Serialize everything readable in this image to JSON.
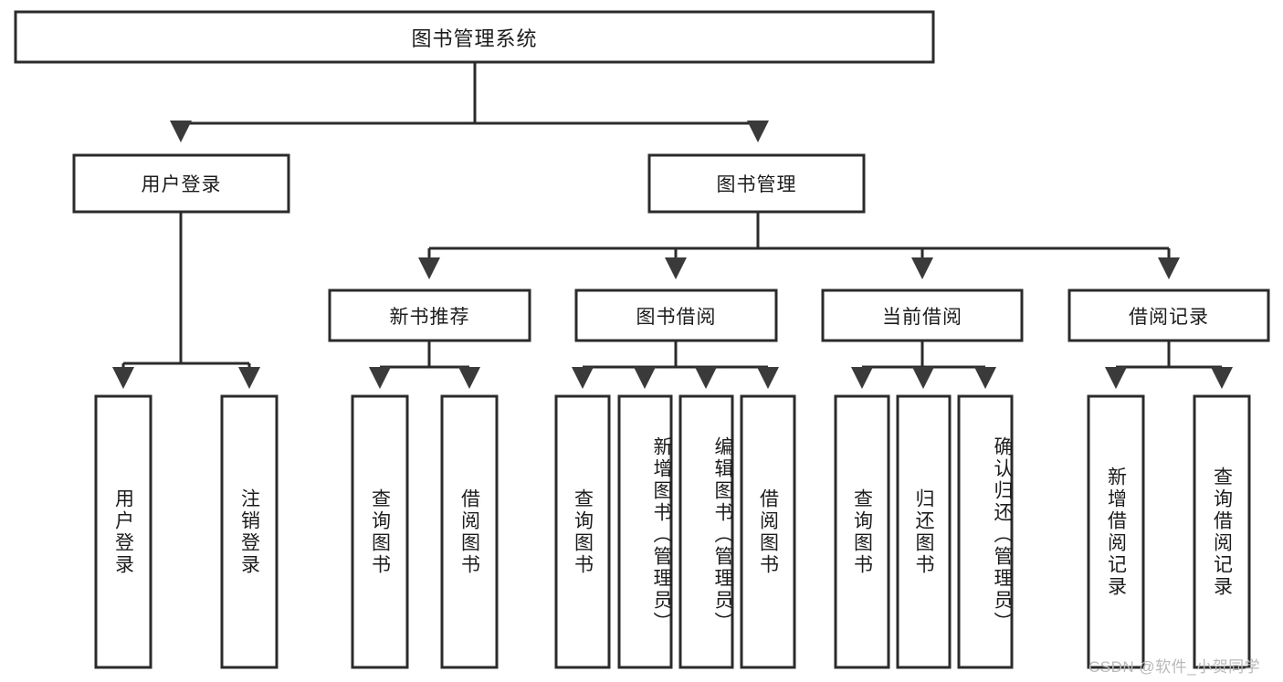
{
  "diagram": {
    "title": "图书管理系统",
    "type": "tree",
    "watermark": "CSDN @软件_小贺同学",
    "colors": {
      "box_stroke": "#2b2b2b",
      "box_fill": "#ffffff",
      "text": "#1c1c1c",
      "watermark": "#b9b9b9",
      "background": "#ffffff"
    },
    "nodes": {
      "root": {
        "label": "图书管理系统"
      },
      "level2": [
        {
          "label": "用户登录"
        },
        {
          "label": "图书管理"
        }
      ],
      "level3": [
        {
          "label": "新书推荐"
        },
        {
          "label": "图书借阅"
        },
        {
          "label": "当前借阅"
        },
        {
          "label": "借阅记录"
        }
      ],
      "leaves": {
        "user_login": [
          {
            "label": "用户登录"
          },
          {
            "label": "注销登录"
          }
        ],
        "new_book": [
          {
            "label": "查询图书"
          },
          {
            "label": "借阅图书"
          }
        ],
        "book_borrow": [
          {
            "label": "查询图书"
          },
          {
            "label": "新增图书（管理员）"
          },
          {
            "label": "编辑图书（管理员）"
          },
          {
            "label": "借阅图书"
          }
        ],
        "current_borrow": [
          {
            "label": "查询图书"
          },
          {
            "label": "归还图书"
          },
          {
            "label": "确认归还（管理员）"
          }
        ],
        "borrow_record": [
          {
            "label": "新增借阅记录"
          },
          {
            "label": "查询借阅记录"
          }
        ]
      }
    }
  }
}
